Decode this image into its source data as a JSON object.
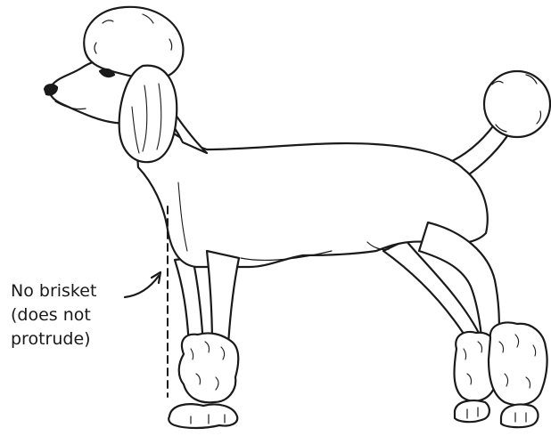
{
  "annotation": {
    "lines": [
      "No brisket",
      "(does not",
      "protrude)"
    ]
  },
  "colors": {
    "ink": "#1a1a1a",
    "fill": "#ffffff"
  }
}
